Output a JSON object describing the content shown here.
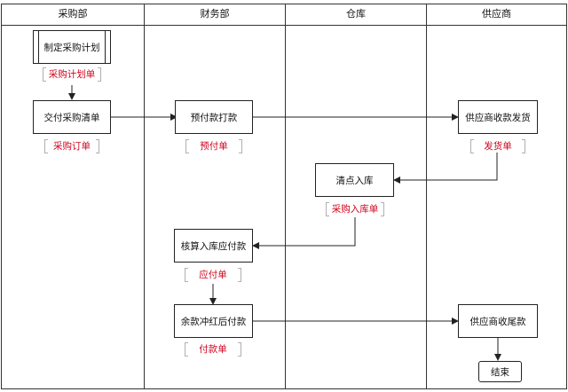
{
  "lanes": [
    "采购部",
    "财务部",
    "仓库",
    "供应商"
  ],
  "nodes": {
    "make_plan": "制定采购计划",
    "deliver_list": "交付采购清单",
    "prepay": "预付款打款",
    "supplier_ship": "供应商收款发货",
    "stock_in": "清点入库",
    "calc_payable": "核算入库应付款",
    "balance_pay": "余款冲红后付款",
    "supplier_final": "供应商收尾款",
    "end": "结束"
  },
  "documents": {
    "plan_doc": "采购计划单",
    "order_doc": "采购订单",
    "prepay_doc": "预付单",
    "ship_doc": "发货单",
    "stockin_doc": "采购入库单",
    "payable_doc": "应付单",
    "payment_doc": "付款单"
  }
}
